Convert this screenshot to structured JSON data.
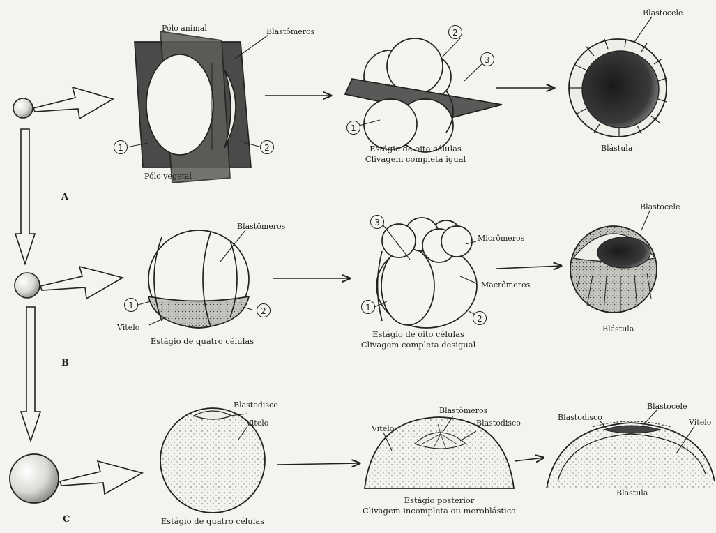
{
  "row_a": {
    "letter": "A",
    "animal_pole": "Pólo animal",
    "vegetal_pole": "Pólo vegetal",
    "blastomeres": "Blastômeros",
    "eight_cell": "Estágio de oito células",
    "equal_cleavage": "Clivagem completa igual",
    "blastocoel": "Blastocele",
    "blastula": "Blástula",
    "n1": "1",
    "n2": "2",
    "n3": "3",
    "n1b": "1",
    "n2b": "2"
  },
  "row_b": {
    "letter": "B",
    "blastomeres": "Blastômeros",
    "yolk": "Vitelo",
    "four_cell": "Estágio de quatro células",
    "micromeres": "Micrômeros",
    "macromeres": "Macrômeros",
    "eight_cell": "Estágio de oito células",
    "unequal_cleavage": "Clivagem completa desigual",
    "blastocoel": "Blastocele",
    "blastula": "Blástula",
    "n1": "1",
    "n2": "2",
    "n3": "3",
    "n1b": "1",
    "n2b": "2"
  },
  "row_c": {
    "letter": "C",
    "blastodisc": "Blastodisco",
    "yolk": "Vitelo",
    "four_cell": "Estágio de quatro células",
    "blastomeres": "Blastômeros",
    "blastodisc2": "Blastodisco",
    "yolk2": "Vitelo",
    "later_stage": "Estágio posterior",
    "incomplete_cleavage": "Clivagem incompleta ou meroblástica",
    "blastodisc3": "Blastodisco",
    "blastocoel": "Blastocele",
    "yolk3": "Vitelo",
    "blastula": "Blástula"
  }
}
